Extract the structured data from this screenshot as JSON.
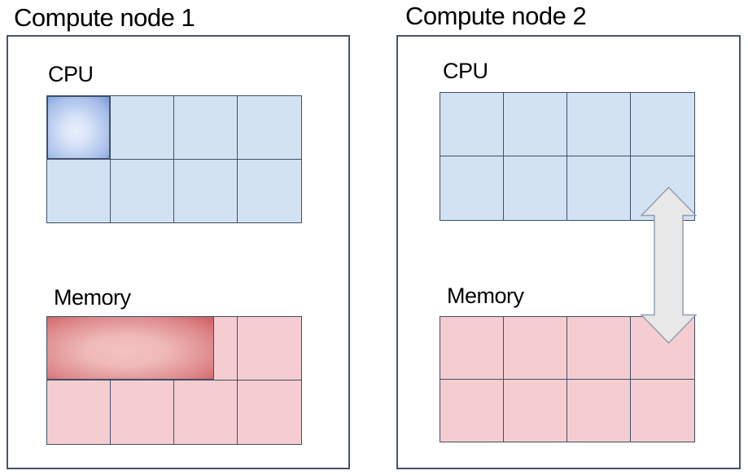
{
  "page_bg": "#ffffff",
  "colors": {
    "page_bg": "#ffffff",
    "title_color": "#000000",
    "box_border": "#44546a",
    "cell_border": "#3f5068",
    "cpu_cell_fill": "#d3e2f3",
    "mem_cell_fill": "#f5cdd0",
    "cpu_active_center": "#e9effb",
    "cpu_active_edge": "#7497d7",
    "mem_active_center": "#f2c2c1",
    "mem_active_edge": "#cf5c60",
    "arrow_fill": "#e8e8e8",
    "arrow_stroke": "#919eb0"
  },
  "figure": {
    "type": "diagram",
    "description": "Two compute nodes, each with a CPU core grid and a memory grid. Node 1 shows one busy CPU core (blue gradient) and an allocated memory region (red gradient) spanning about 2.6 memory cells. Node 2 shows a bidirectional data-transfer arrow between its CPU grid and memory grid."
  },
  "nodes": [
    {
      "title": "Compute node 1",
      "cpu": {
        "label": "CPU",
        "rows": 2,
        "cols": 4,
        "active_cell": {
          "row": 0,
          "col": 0
        }
      },
      "memory": {
        "label": "Memory",
        "rows": 2,
        "cols": 4,
        "allocated_block": {
          "row": 0,
          "start_col": 0,
          "span_cells": 2.62
        }
      }
    },
    {
      "title": "Compute node 2",
      "cpu": {
        "label": "CPU",
        "rows": 2,
        "cols": 4
      },
      "memory": {
        "label": "Memory",
        "rows": 2,
        "cols": 4
      },
      "arrow": {
        "between": "cpu-memory",
        "direction": "bidirectional"
      }
    }
  ]
}
